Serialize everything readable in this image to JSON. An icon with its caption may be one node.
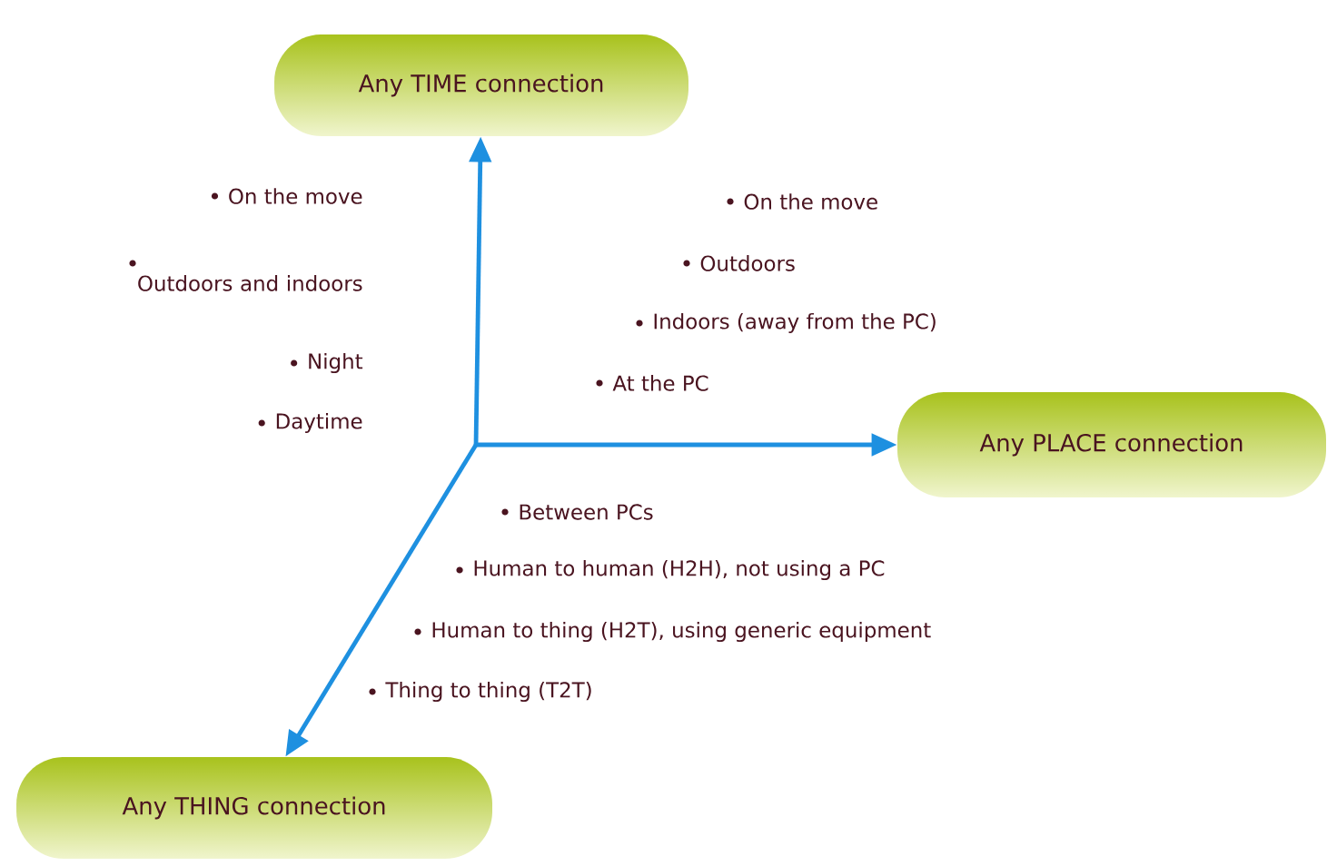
{
  "diagram": {
    "nodes": [
      {
        "text": [
          "Any TIME connection"
        ]
      },
      {
        "text": [
          "Any PLACE connection"
        ]
      },
      {
        "text": [
          "Any THING connection"
        ]
      }
    ],
    "edges": [
      {
        "from": null,
        "to": 0,
        "arrow": "to"
      },
      {
        "from": null,
        "to": 1,
        "arrow": "to"
      },
      {
        "from": null,
        "to": 2,
        "arrow": "to"
      }
    ],
    "labels": [
      "On the move",
      "Outdoors and indoors",
      "Night",
      "Daytime",
      "On the move",
      "Outdoors",
      "Indoors (away from the PC)",
      "At the PC",
      "Between PCs",
      "Human to human (H2H), not using a PC",
      "Human to thing (H2T), using generic equipment",
      "Thing to thing (T2T)"
    ]
  }
}
